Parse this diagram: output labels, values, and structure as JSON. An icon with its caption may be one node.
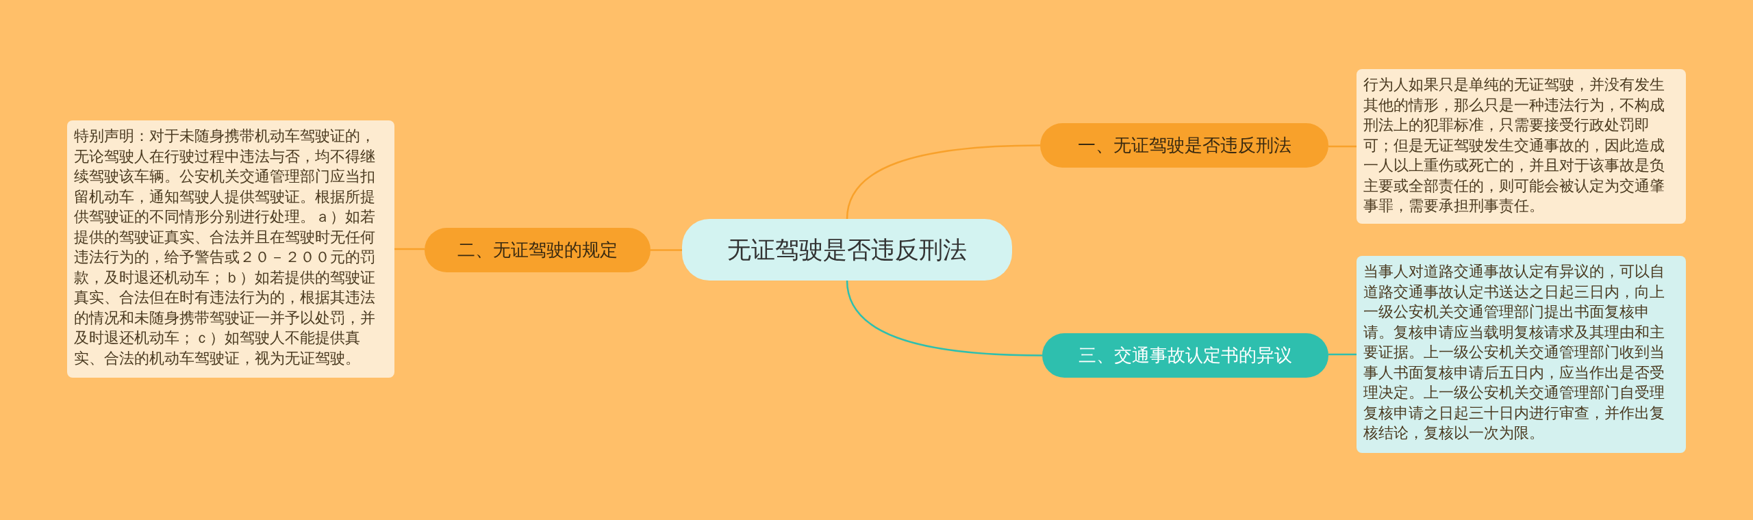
{
  "diagram": {
    "nodes": [
      {
        "text": [
          "无证驾驶是否违反刑法"
        ]
      },
      {
        "text": [
          "一、无证驾驶是否违反刑法"
        ]
      },
      {
        "text": [
          "行为人如果只是单纯的无证驾驶，并没有发生其他的情形，那么只是一种违法行为，不构成刑法上的犯罪标准，只需要接受行政处罚即可；但是无证驾驶发生交通事故的，因此造成一人以上重伤或死亡的，并且对于该事故是负主要或全部责任的，则可能会被认定为交通肇事罪，需要承担刑事责任。"
        ]
      },
      {
        "text": [
          "二、无证驾驶的规定"
        ]
      },
      {
        "text": [
          "特别声明：对于未随身携带机动车驾驶证的，无论驾驶人在行驶过程中违法与否，均不得继续驾驶该车辆。公安机关交通管理部门应当扣留机动车，通知驾驶人提供驾驶证。根据所提供驾驶证的不同情形分别进行处理。ａ）如若提供的驾驶证真实、合法并且在驾驶时无任何违法行为的，给予警告或２０－２００元的罚款，及时退还机动车；ｂ）如若提供的驾驶证真实、合法但在时有违法行为的，根据其违法的情况和未随身携带驾驶证一并予以处罚，并及时退还机动车；ｃ）如驾驶人不能提供真实、合法的机动车驾驶证，视为无证驾驶。"
        ]
      },
      {
        "text": [
          "三、交通事故认定书的异议"
        ]
      },
      {
        "text": [
          "当事人对道路交通事故认定有异议的，可以自道路交通事故认定书送达之日起三日内，向上一级公安机关交通管理部门提出书面复核申请。复核申请应当载明复核请求及其理由和主要证据。上一级公安机关交通管理部门收到当事人书面复核申请后五日内，应当作出是否受理决定。上一级公安机关交通管理部门自受理复核申请之日起三十日内进行审查，并作出复核结论，复核以一次为限。"
        ]
      }
    ],
    "edges": [
      {
        "from": 0,
        "to": 1,
        "arrow": "none"
      },
      {
        "from": 1,
        "to": 2,
        "arrow": "none"
      },
      {
        "from": 0,
        "to": 3,
        "arrow": "none"
      },
      {
        "from": 3,
        "to": 4,
        "arrow": "none"
      },
      {
        "from": 0,
        "to": 5,
        "arrow": "none",
        "color": "#2ebfae"
      },
      {
        "from": 5,
        "to": 6,
        "arrow": "none",
        "color": "#2ebfae"
      }
    ]
  }
}
